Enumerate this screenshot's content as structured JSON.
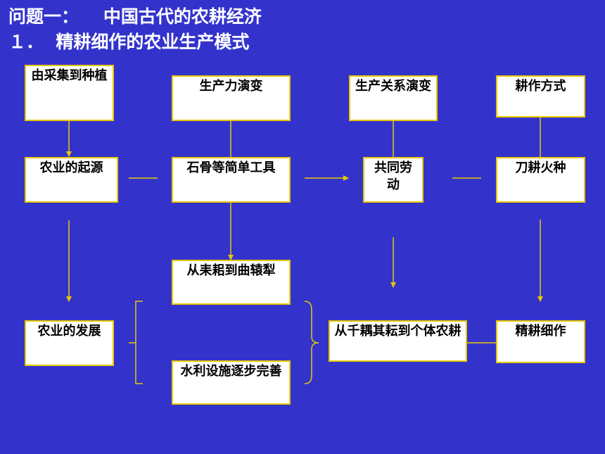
{
  "title": {
    "line1": "问题一：    中国古代的农耕经济",
    "line2": "１．  精耕细作的农业生产模式"
  },
  "boxes": {
    "b_caiji": "由采集到种植",
    "b_shengchanli": "生产力演变",
    "b_guanxi": "生产关系演变",
    "b_fangshi": "耕作方式",
    "b_qiyuan": "农业的起源",
    "b_shigu": "石骨等简单工具",
    "b_gongtong": "共同劳动",
    "b_daogeng": "刀耕火种",
    "b_leisi": "从耒耜到曲辕犁",
    "b_fazhan": "农业的发展",
    "b_ouyun": "从千耦其耘到个体农耕",
    "b_jinggeng": "精耕细作",
    "b_shuili": "水利设施逐步完善"
  },
  "colors": {
    "background": "#3333cc",
    "line": "#e8c800",
    "box_fill": "#ffffff",
    "title_text": "#ffffff"
  }
}
